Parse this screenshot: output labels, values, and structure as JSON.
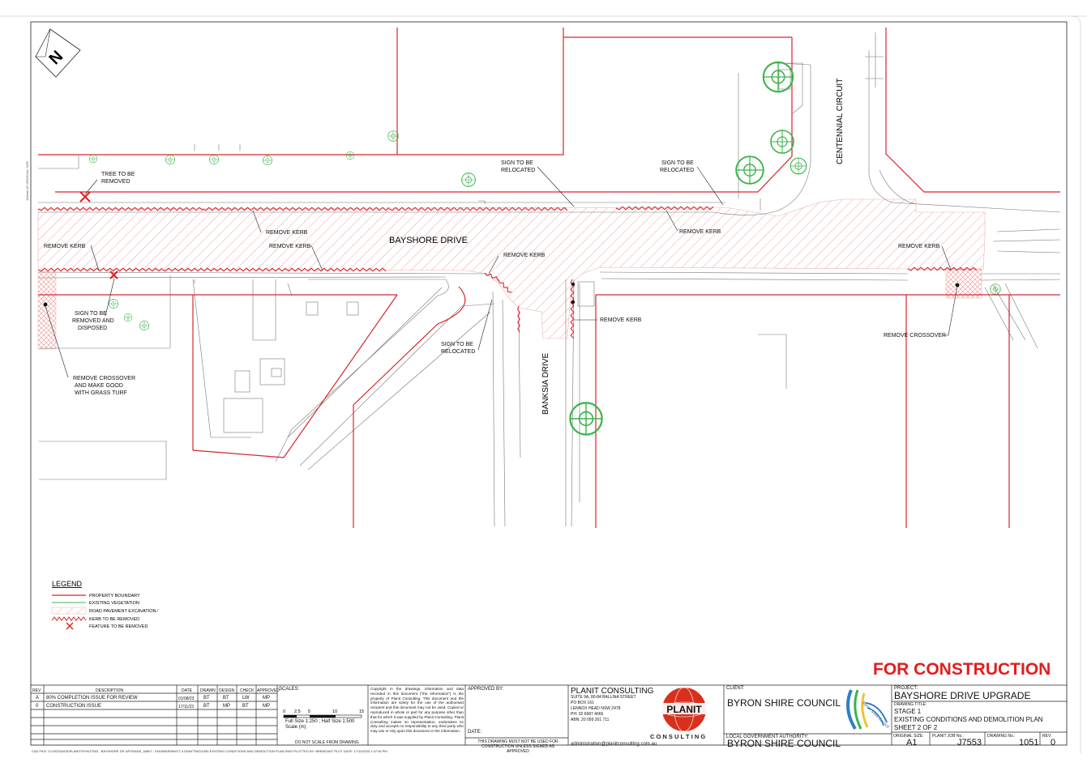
{
  "drawing": {
    "labels": {
      "bayshore": "BAYSHORE DRIVE",
      "banksia": "BANKSIA DRIVE",
      "centennial": "CENTENNIAL CIRCUIT",
      "north": "N",
      "tree_removed": [
        "TREE TO BE",
        "REMOVED"
      ],
      "sign_reloc_1": [
        "SIGN TO BE",
        "RELOCATED"
      ],
      "sign_reloc_2": [
        "SIGN TO BE",
        "RELOCATED"
      ],
      "sign_reloc_3": [
        "SIGN TO BE",
        "RELOCATED"
      ],
      "remove_kerb": "REMOVE KERB",
      "sign_removed": [
        "SIGN TO BE",
        "REMOVED AND",
        "DISPOSED"
      ],
      "remove_crossover": "REMOVE CROSSOVER",
      "crossover_turf": [
        "REMOVE CROSSOVER",
        "AND MAKE GOOD",
        "WITH GRASS TURF"
      ],
      "side_scale_note": "100mm AT ORIGINAL SIZE"
    },
    "legend": {
      "title": "LEGEND",
      "items": [
        {
          "label": "PROPERTY BOUNDARY",
          "color": "#d6262c"
        },
        {
          "label": "EXISTING VEGETATION",
          "color": "#39b54a"
        },
        {
          "label": "ROAD PAVEMENT EXCAVATION ⁄",
          "color": "#f2a7a7"
        },
        {
          "label": "KERB TO BE REMOVED",
          "color": "#d6262c"
        },
        {
          "label": "FEATURE TO BE REMOVED",
          "color": "#e01e1e"
        }
      ]
    },
    "colors": {
      "red": "#d6262c",
      "green": "#39b54a",
      "hatch": "#f09a9a"
    }
  },
  "title_block": {
    "rev_table": {
      "headers": [
        "REV",
        "DESCRIPTION",
        "DATE",
        "DRAWN",
        "DESIGN",
        "CHECK",
        "APPROVED"
      ],
      "rows": [
        [
          "A",
          "80% COMPLETION ISSUE FOR REVIEW",
          "01/08/23",
          "BT",
          "BT",
          "LW",
          "MP"
        ],
        [
          "0",
          "CONSTRUCTION ISSUE",
          "17/11/23",
          "BT",
          "MP",
          "BT",
          "MP"
        ]
      ]
    },
    "scales": {
      "label": "SCALES:",
      "ticks": [
        "0",
        "2.5",
        "5",
        "10",
        "15"
      ],
      "line1": "Full Size 1:250 ; Half Size 1:500",
      "line2": "Scale (m)",
      "note": "DO NOT SCALE FROM DRAWING"
    },
    "copyright": "Copyright in the drawings, information and data recorded in this document (\"the information\") is the property of Planit Consulting. This document and the information are solely for the use of the authorised recipient and this document may not be used, Copied or reproduced in whole or part for any purpose other than that for which it was supplied by Planit Consulting. Planit Consulting makes no representation, undertakes no duty and accepts no responsibility to any third party who may use or rely upon this document or the information.",
    "approved_by": "APPROVED BY:",
    "date_label": "DATE:",
    "construction_note": "THIS DRAWING MUST NOT BE USED FOR CONSTRUCTION UNLESS SIGNED AS APPROVED",
    "consultant": {
      "name": "PLANIT CONSULTING",
      "address": [
        "SUITE 9A, 80-84 BALLINA STREET",
        "PO BOX 161",
        "LENNOX HEAD NSW 2478",
        "PH: 02 6687 4666",
        "ABN: 20 099 261 711"
      ],
      "email": "administration@planitconsulting.com.au",
      "logo_text": "PLANIT",
      "logo_sub": "C O N S U L T I N G"
    },
    "client": {
      "label": "CLIENT:",
      "name": "BYRON SHIRE COUNCIL",
      "lga_label": "LOCAL GOVERNMENT AUTHORITY:",
      "lga_name": "BYRON SHIRE COUNCIL",
      "seal_text": "Byron Shire Council"
    },
    "project": {
      "label": "PROJECT:",
      "name": "BAYSHORE DRIVE UPGRADE",
      "title_label": "DRAWING TITLE:",
      "title_lines": [
        "STAGE 1",
        "EXISTING CONDITIONS AND DEMOLITION PLAN",
        "SHEET 2 OF 2"
      ],
      "original_size_label": "ORIGINAL SIZE:",
      "original_size": "A1",
      "job_label": "PLANIT JOB No.:",
      "job": "J7553",
      "drawing_no_label": "DRAWING No.:",
      "drawing_no": "1051",
      "rev_label": "REV:",
      "rev": "0"
    },
    "status": "FOR CONSTRUCTION",
    "cad_file": "CAD FILE: G:\\2023\\DATA\\PLANIT\\SYN\\J7553 - BAYSHORE DR UPGRADE_60807 - ENGINEERING\\7.4 DRAFTING\\1050 EXISTING CONDITIONS AND DEMOLITION PLAN.DWG PLOTTED BY: BRENDANT  PLOT DATE: 17/11/2023 1:47:05 PM"
  }
}
